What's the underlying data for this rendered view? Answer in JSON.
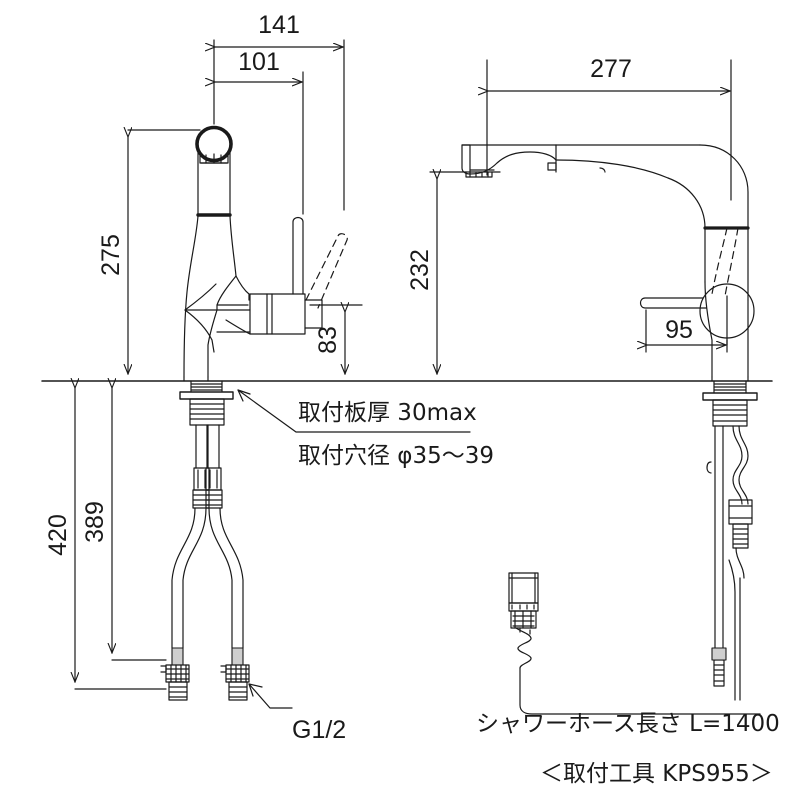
{
  "drawing": {
    "type": "technical-dimension-drawing",
    "subject": "kitchen pull-out shower faucet",
    "units": "mm",
    "views": [
      {
        "name": "front-view",
        "side": "left"
      },
      {
        "name": "side-view",
        "side": "right"
      }
    ]
  },
  "dimensions": {
    "front_overall_width": "141",
    "front_spout_offset": "101",
    "front_spout_height": "275",
    "front_lever_height": "83",
    "front_total_depth": "420",
    "front_hose_depth": "389",
    "side_reach": "277",
    "side_spout_height": "232",
    "side_lever_offset": "95"
  },
  "annotations": {
    "plate_thickness": "取付板厚 30max",
    "hole_diameter": "取付穴径 φ35〜39",
    "hose_length": "シャワーホース長さ L=1400",
    "tool_note": "＜取付工具 KPS955＞",
    "thread_spec": "G1/2"
  },
  "colors": {
    "line": "#1a1a1a",
    "background": "#ffffff",
    "thin_line": "#2b2b2b"
  }
}
